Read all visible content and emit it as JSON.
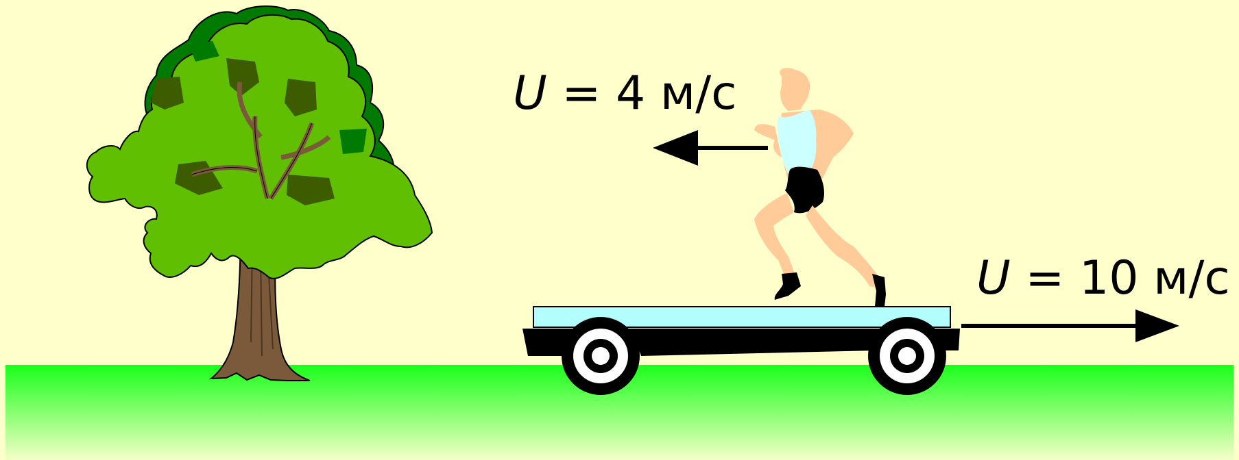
{
  "runner_velocity": {
    "variable": "U",
    "equals": "=",
    "value": "4",
    "unit": "м/с",
    "direction": "left"
  },
  "cart_velocity": {
    "variable": "U",
    "equals": "=",
    "value": "10",
    "unit": "м/с",
    "direction": "right"
  },
  "colors": {
    "background": "#ffffcc",
    "ground_top": "#1aff1a",
    "ground_bottom": "#f4ffc8",
    "tree_leaves": "#5fbf00",
    "tree_leaves_dark": "#007a00",
    "tree_trunk": "#7a5a3a",
    "cart_deck": "#b3ffff",
    "cart_body": "#000000",
    "runner_skin": "#ffcc99",
    "runner_shirt": "#ccffff"
  },
  "icons": [
    "tree-icon",
    "cart-icon",
    "runner-icon",
    "arrow-left-icon",
    "arrow-right-icon"
  ]
}
